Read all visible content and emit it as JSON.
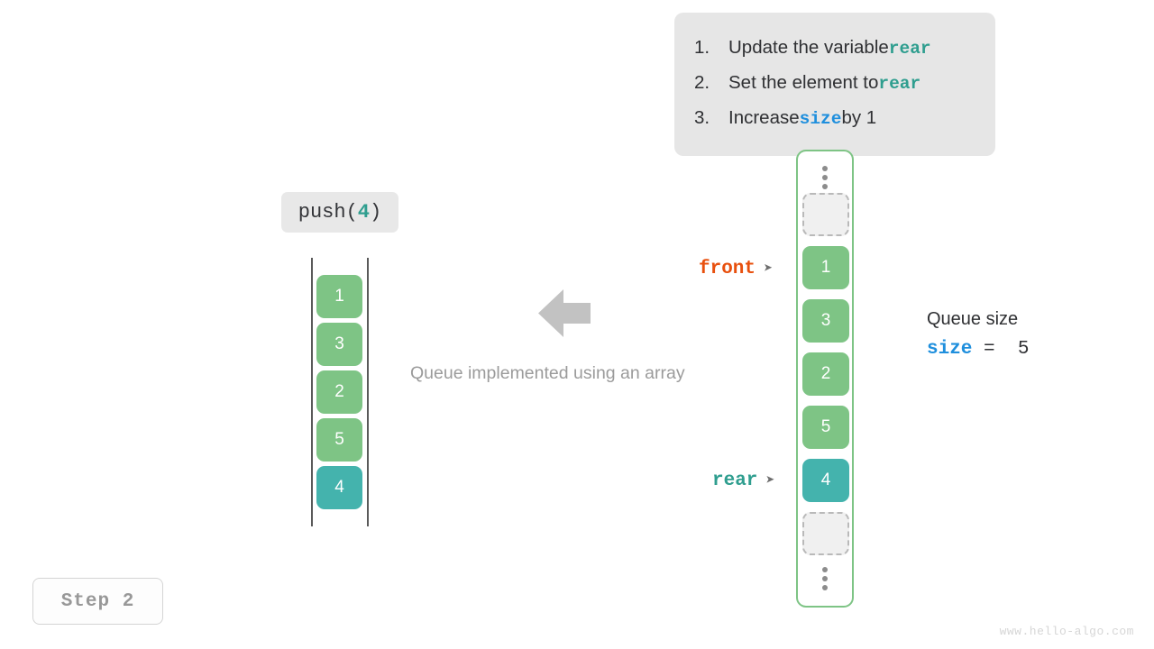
{
  "instructions": {
    "items": [
      {
        "num": "1.",
        "pre": "Update the variable ",
        "keyword": "rear",
        "keyword_kind": "rear",
        "post": ""
      },
      {
        "num": "2.",
        "pre": "Set the element to ",
        "keyword": "rear",
        "keyword_kind": "rear",
        "post": ""
      },
      {
        "num": "3.",
        "pre": "Increase ",
        "keyword": "size",
        "keyword_kind": "size",
        "post": " by 1"
      }
    ]
  },
  "operation": {
    "name": "push(",
    "arg": "4",
    "close": ")"
  },
  "left_array": {
    "cells": [
      {
        "value": "1",
        "state": "green"
      },
      {
        "value": "3",
        "state": "green"
      },
      {
        "value": "2",
        "state": "green"
      },
      {
        "value": "5",
        "state": "green"
      },
      {
        "value": "4",
        "state": "teal"
      }
    ]
  },
  "center": {
    "arrow_icon": "left-arrow-icon",
    "caption": "Queue implemented using an array"
  },
  "memory": {
    "top_ellipsis": "vertical-ellipsis-icon",
    "bottom_ellipsis": "vertical-ellipsis-icon",
    "cells": [
      {
        "value": "",
        "state": "empty"
      },
      {
        "value": "1",
        "state": "green"
      },
      {
        "value": "3",
        "state": "green"
      },
      {
        "value": "2",
        "state": "green"
      },
      {
        "value": "5",
        "state": "green"
      },
      {
        "value": "4",
        "state": "teal"
      },
      {
        "value": "",
        "state": "empty"
      }
    ]
  },
  "pointers": {
    "front": {
      "label": "front",
      "arrow": "➤"
    },
    "rear": {
      "label": "rear",
      "arrow": "➤"
    }
  },
  "size_info": {
    "title": "Queue size",
    "var": "size",
    "expr": " =  5"
  },
  "step": {
    "label": "Step 2"
  },
  "watermark": {
    "text": "www.hello-algo.com"
  },
  "colors": {
    "green": "#7ec485",
    "teal": "#44b3ad",
    "orange": "#e8500e",
    "blue": "#1f8fdd",
    "teal_text": "#2f9e8f",
    "panel_bg": "#e6e6e6"
  }
}
